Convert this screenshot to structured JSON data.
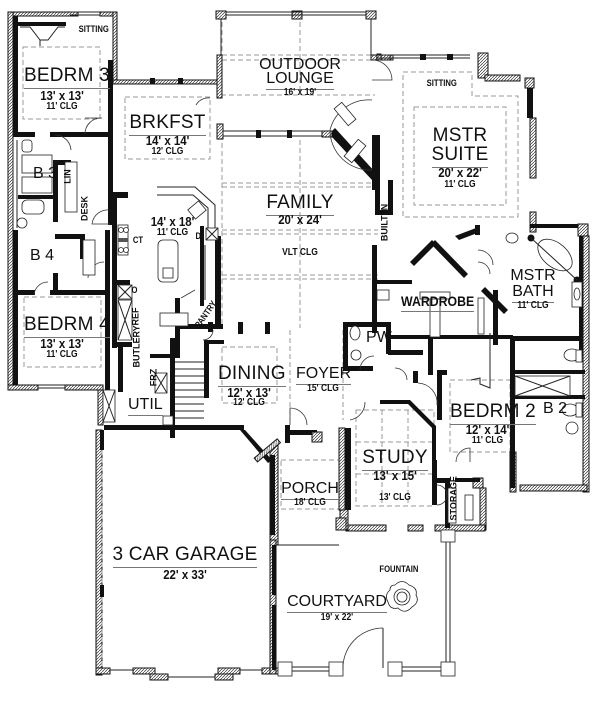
{
  "plan": {
    "type": "floor-plan",
    "background": "#ffffff",
    "wall_color": "#111111",
    "rooms": [
      {
        "id": "bedrm3",
        "name": "BEDRM 3",
        "dims": "13' x 13'",
        "ceiling": "11' CLG"
      },
      {
        "id": "sitting_bd3",
        "name": "SITTING"
      },
      {
        "id": "brkfst",
        "name": "BRKFST",
        "dims": "14' x 14'",
        "ceiling": "12' CLG"
      },
      {
        "id": "outdoor_lounge",
        "name": "OUTDOOR LOUNGE",
        "name_line1": "OUTDOOR",
        "name_line2": "LOUNGE",
        "dims": "16' x 19'"
      },
      {
        "id": "mstr_suite",
        "name": "MSTR SUITE",
        "name_line1": "MSTR",
        "name_line2": "SUITE",
        "dims": "20' x 22'",
        "ceiling": "11' CLG"
      },
      {
        "id": "sitting_mstr",
        "name": "SITTING"
      },
      {
        "id": "b3",
        "name": "B 3"
      },
      {
        "id": "lin",
        "name": "LIN"
      },
      {
        "id": "desk",
        "name": "DESK"
      },
      {
        "id": "b4",
        "name": "B 4"
      },
      {
        "id": "kitchen",
        "dims": "14' x 18'",
        "ceiling": "11' CLG"
      },
      {
        "id": "ct",
        "name": "CT"
      },
      {
        "id": "d",
        "name": "D"
      },
      {
        "id": "o",
        "name": "O"
      },
      {
        "id": "ref",
        "name": "REF"
      },
      {
        "id": "pantry",
        "name": "PANTRY"
      },
      {
        "id": "butlery",
        "name": "BUTLERY"
      },
      {
        "id": "family",
        "name": "FAMILY",
        "dims": "20' x 24'",
        "ceiling": "VLT CLG"
      },
      {
        "id": "built_in",
        "name": "BUILT IN"
      },
      {
        "id": "wardrobe",
        "name": "WARDROBE"
      },
      {
        "id": "mstr_bath",
        "name": "MSTR BATH",
        "name_line1": "MSTR",
        "name_line2": "BATH",
        "ceiling": "11' CLG"
      },
      {
        "id": "bedrm4",
        "name": "BEDRM 4",
        "dims": "13' x 13'",
        "ceiling": "11' CLG"
      },
      {
        "id": "pw",
        "name": "PW"
      },
      {
        "id": "dining",
        "name": "DINING",
        "dims": "12' x 13'",
        "ceiling": "12' CLG"
      },
      {
        "id": "foyer",
        "name": "FOYER",
        "ceiling": "15' CLG"
      },
      {
        "id": "frz",
        "name": "FRZ"
      },
      {
        "id": "util",
        "name": "UTIL"
      },
      {
        "id": "bedrm2",
        "name": "BEDRM 2",
        "dims": "12' x 14'",
        "ceiling": "11' CLG"
      },
      {
        "id": "b2",
        "name": "B 2"
      },
      {
        "id": "study",
        "name": "STUDY",
        "dims": "13' x 15'",
        "ceiling": "13' CLG"
      },
      {
        "id": "storage",
        "name": "STORAGE"
      },
      {
        "id": "porch",
        "name": "PORCH",
        "ceiling": "18' CLG"
      },
      {
        "id": "garage",
        "name": "3 CAR GARAGE",
        "dims": "22' x 33'"
      },
      {
        "id": "fountain",
        "name": "FOUNTAIN"
      },
      {
        "id": "courtyard",
        "name": "COURTYARD",
        "dims": "19' x 22'"
      }
    ]
  },
  "labels": {
    "bedrm3": {
      "name": "BEDRM 3",
      "dims": "13' x 13'",
      "clg": "11' CLG",
      "sitting": "SITTING"
    },
    "brkfst": {
      "name": "BRKFST",
      "dims": "14' x 14'",
      "clg": "12' CLG"
    },
    "lounge": {
      "l1": "OUTDOOR",
      "l2": "LOUNGE",
      "dims": "16' x 19'"
    },
    "mstr": {
      "l1": "MSTR",
      "l2": "SUITE",
      "dims": "20' x 22'",
      "clg": "11' CLG",
      "sitting": "SITTING"
    },
    "b3": "B 3",
    "lin": "LIN",
    "desk": "DESK",
    "b4": "B 4",
    "kitchen": {
      "dims": "14' x 18'",
      "clg": "11' CLG",
      "ct": "CT",
      "d": "D",
      "o": "O",
      "ref": "REF",
      "pantry": "PANTRY",
      "butlery": "BUTLERY"
    },
    "family": {
      "name": "FAMILY",
      "dims": "20' x 24'",
      "clg": "VLT CLG",
      "builtin": "BUILT IN"
    },
    "wardrobe": "WARDROBE",
    "mbath": {
      "l1": "MSTR",
      "l2": "BATH",
      "clg": "11' CLG"
    },
    "bedrm4": {
      "name": "BEDRM 4",
      "dims": "13' x 13'",
      "clg": "11' CLG"
    },
    "pw": "PW",
    "dining": {
      "name": "DINING",
      "dims": "12' x 13'",
      "clg": "12' CLG"
    },
    "foyer": {
      "name": "FOYER",
      "clg": "15' CLG"
    },
    "frz": "FRZ",
    "util": "UTIL",
    "bedrm2": {
      "name": "BEDRM 2",
      "dims": "12' x 14'",
      "clg": "11' CLG"
    },
    "b2": "B 2",
    "study": {
      "name": "STUDY",
      "dims": "13' x 15'",
      "clg": "13' CLG"
    },
    "storage": "STORAGE",
    "porch": {
      "name": "PORCH",
      "clg": "18' CLG"
    },
    "garage": {
      "name": "3 CAR GARAGE",
      "dims": "22' x 33'"
    },
    "fountain": "FOUNTAIN",
    "courtyard": {
      "name": "COURTYARD",
      "dims": "19' x 22'"
    }
  }
}
